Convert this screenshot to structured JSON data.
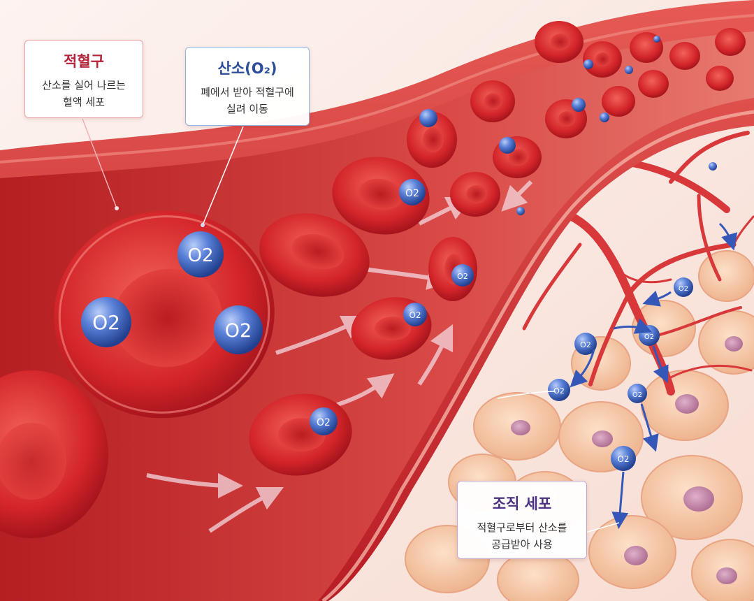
{
  "callouts": {
    "red_blood_cell": {
      "title": "적혈구",
      "desc_line1": "산소를 실어 나르는",
      "desc_line2": "혈액 세포"
    },
    "oxygen": {
      "title": "산소(O₂)",
      "desc_line1": "폐에서 받아 적혈구에",
      "desc_line2": "실려 이동"
    },
    "tissue_cell": {
      "title": "조직 세포",
      "desc_line1": "적혈구로부터 산소를",
      "desc_line2": "공급받아 사용"
    }
  },
  "o2_label": "O2",
  "colors": {
    "vessel_wall": "#c8232e",
    "blood": "#d93a3a",
    "rbc": "#d42a2a",
    "oxygen": "#3f66c8",
    "tissue": "#f6c8a8",
    "nucleus": "#c98cae"
  }
}
